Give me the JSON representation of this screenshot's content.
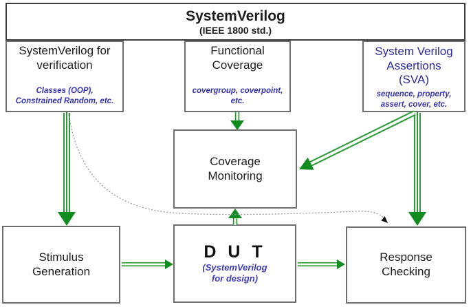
{
  "header": {
    "title": "SystemVerilog",
    "subtitle": "(IEEE 1800 std.)"
  },
  "boxes": {
    "verification": {
      "title": "SystemVerilog for\nverification",
      "subtitle": "Classes (OOP),\nConstrained Random, etc."
    },
    "functional_coverage": {
      "title": "Functional\nCoverage",
      "subtitle": "covergroup, coverpoint,\netc."
    },
    "sva": {
      "title": "System Verilog\nAssertions\n(SVA)",
      "subtitle": "sequence, property,\nassert, cover, etc."
    },
    "coverage_monitoring": {
      "title": "Coverage\nMonitoring"
    },
    "stimulus_generation": {
      "title": "Stimulus\nGeneration"
    },
    "dut": {
      "title": "D U T",
      "subtitle": "(SystemVerilog\nfor design)"
    },
    "response_checking": {
      "title": "Response\nChecking"
    }
  },
  "connections": [
    {
      "from": "verification",
      "to": "stimulus_generation",
      "style": "green-double-arrow"
    },
    {
      "from": "functional_coverage",
      "to": "coverage_monitoring",
      "style": "green-double-arrow"
    },
    {
      "from": "sva",
      "to": "coverage_monitoring",
      "style": "green-double-arrow"
    },
    {
      "from": "sva",
      "to": "response_checking",
      "style": "green-double-arrow"
    },
    {
      "from": "stimulus_generation",
      "to": "dut",
      "style": "green-double-arrow"
    },
    {
      "from": "dut",
      "to": "response_checking",
      "style": "green-double-arrow"
    },
    {
      "from": "dut",
      "to": "coverage_monitoring",
      "style": "green-double-arrow"
    },
    {
      "from": "verification",
      "to": "response_checking",
      "style": "dotted-curve-arrow"
    }
  ],
  "colors": {
    "arrow_green": "#1f8f1f",
    "arrow_head_green": "#118c21",
    "sva_title_blue": "#2b2b9b",
    "subtitle_blue": "#3533ae",
    "text_black": "#1c1c1c",
    "box_border_gray": "#6e6e6e",
    "dotted_gray": "#999999"
  }
}
